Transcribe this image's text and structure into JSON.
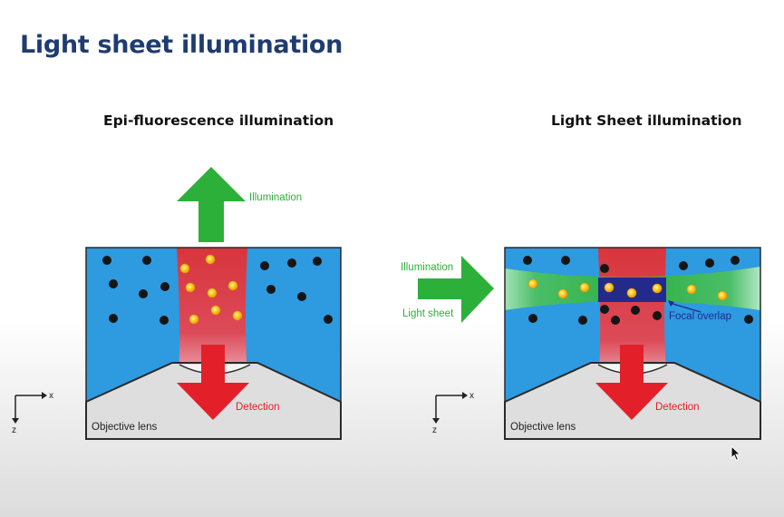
{
  "slide": {
    "title": "Light sheet illumination"
  },
  "colors": {
    "title": "#1f3c70",
    "sample_blue": "#2e9ae0",
    "illumination_green": "#2db03a",
    "detection_red": "#e3202a",
    "red_beam": "#d8353c",
    "focal_overlap": "#232a8c",
    "fluorophore": "#f7c81e",
    "dark_particle": "#151515",
    "lens_gray": "#dedede"
  },
  "epi_panel": {
    "title": "Epi-fluorescence illumination",
    "illumination_label": "Illumination",
    "detection_label": "Detection",
    "lens_label": "Objective lens",
    "axis": {
      "x_label": "x",
      "z_label": "z"
    }
  },
  "light_sheet_panel": {
    "title": "Light Sheet illumination",
    "illumination_label": "Illumination",
    "light_sheet_label": "Light sheet",
    "focal_overlap_label": "Focal overlap",
    "detection_label": "Detection",
    "lens_label": "Objective lens",
    "axis": {
      "x_label": "x",
      "z_label": "z"
    }
  }
}
